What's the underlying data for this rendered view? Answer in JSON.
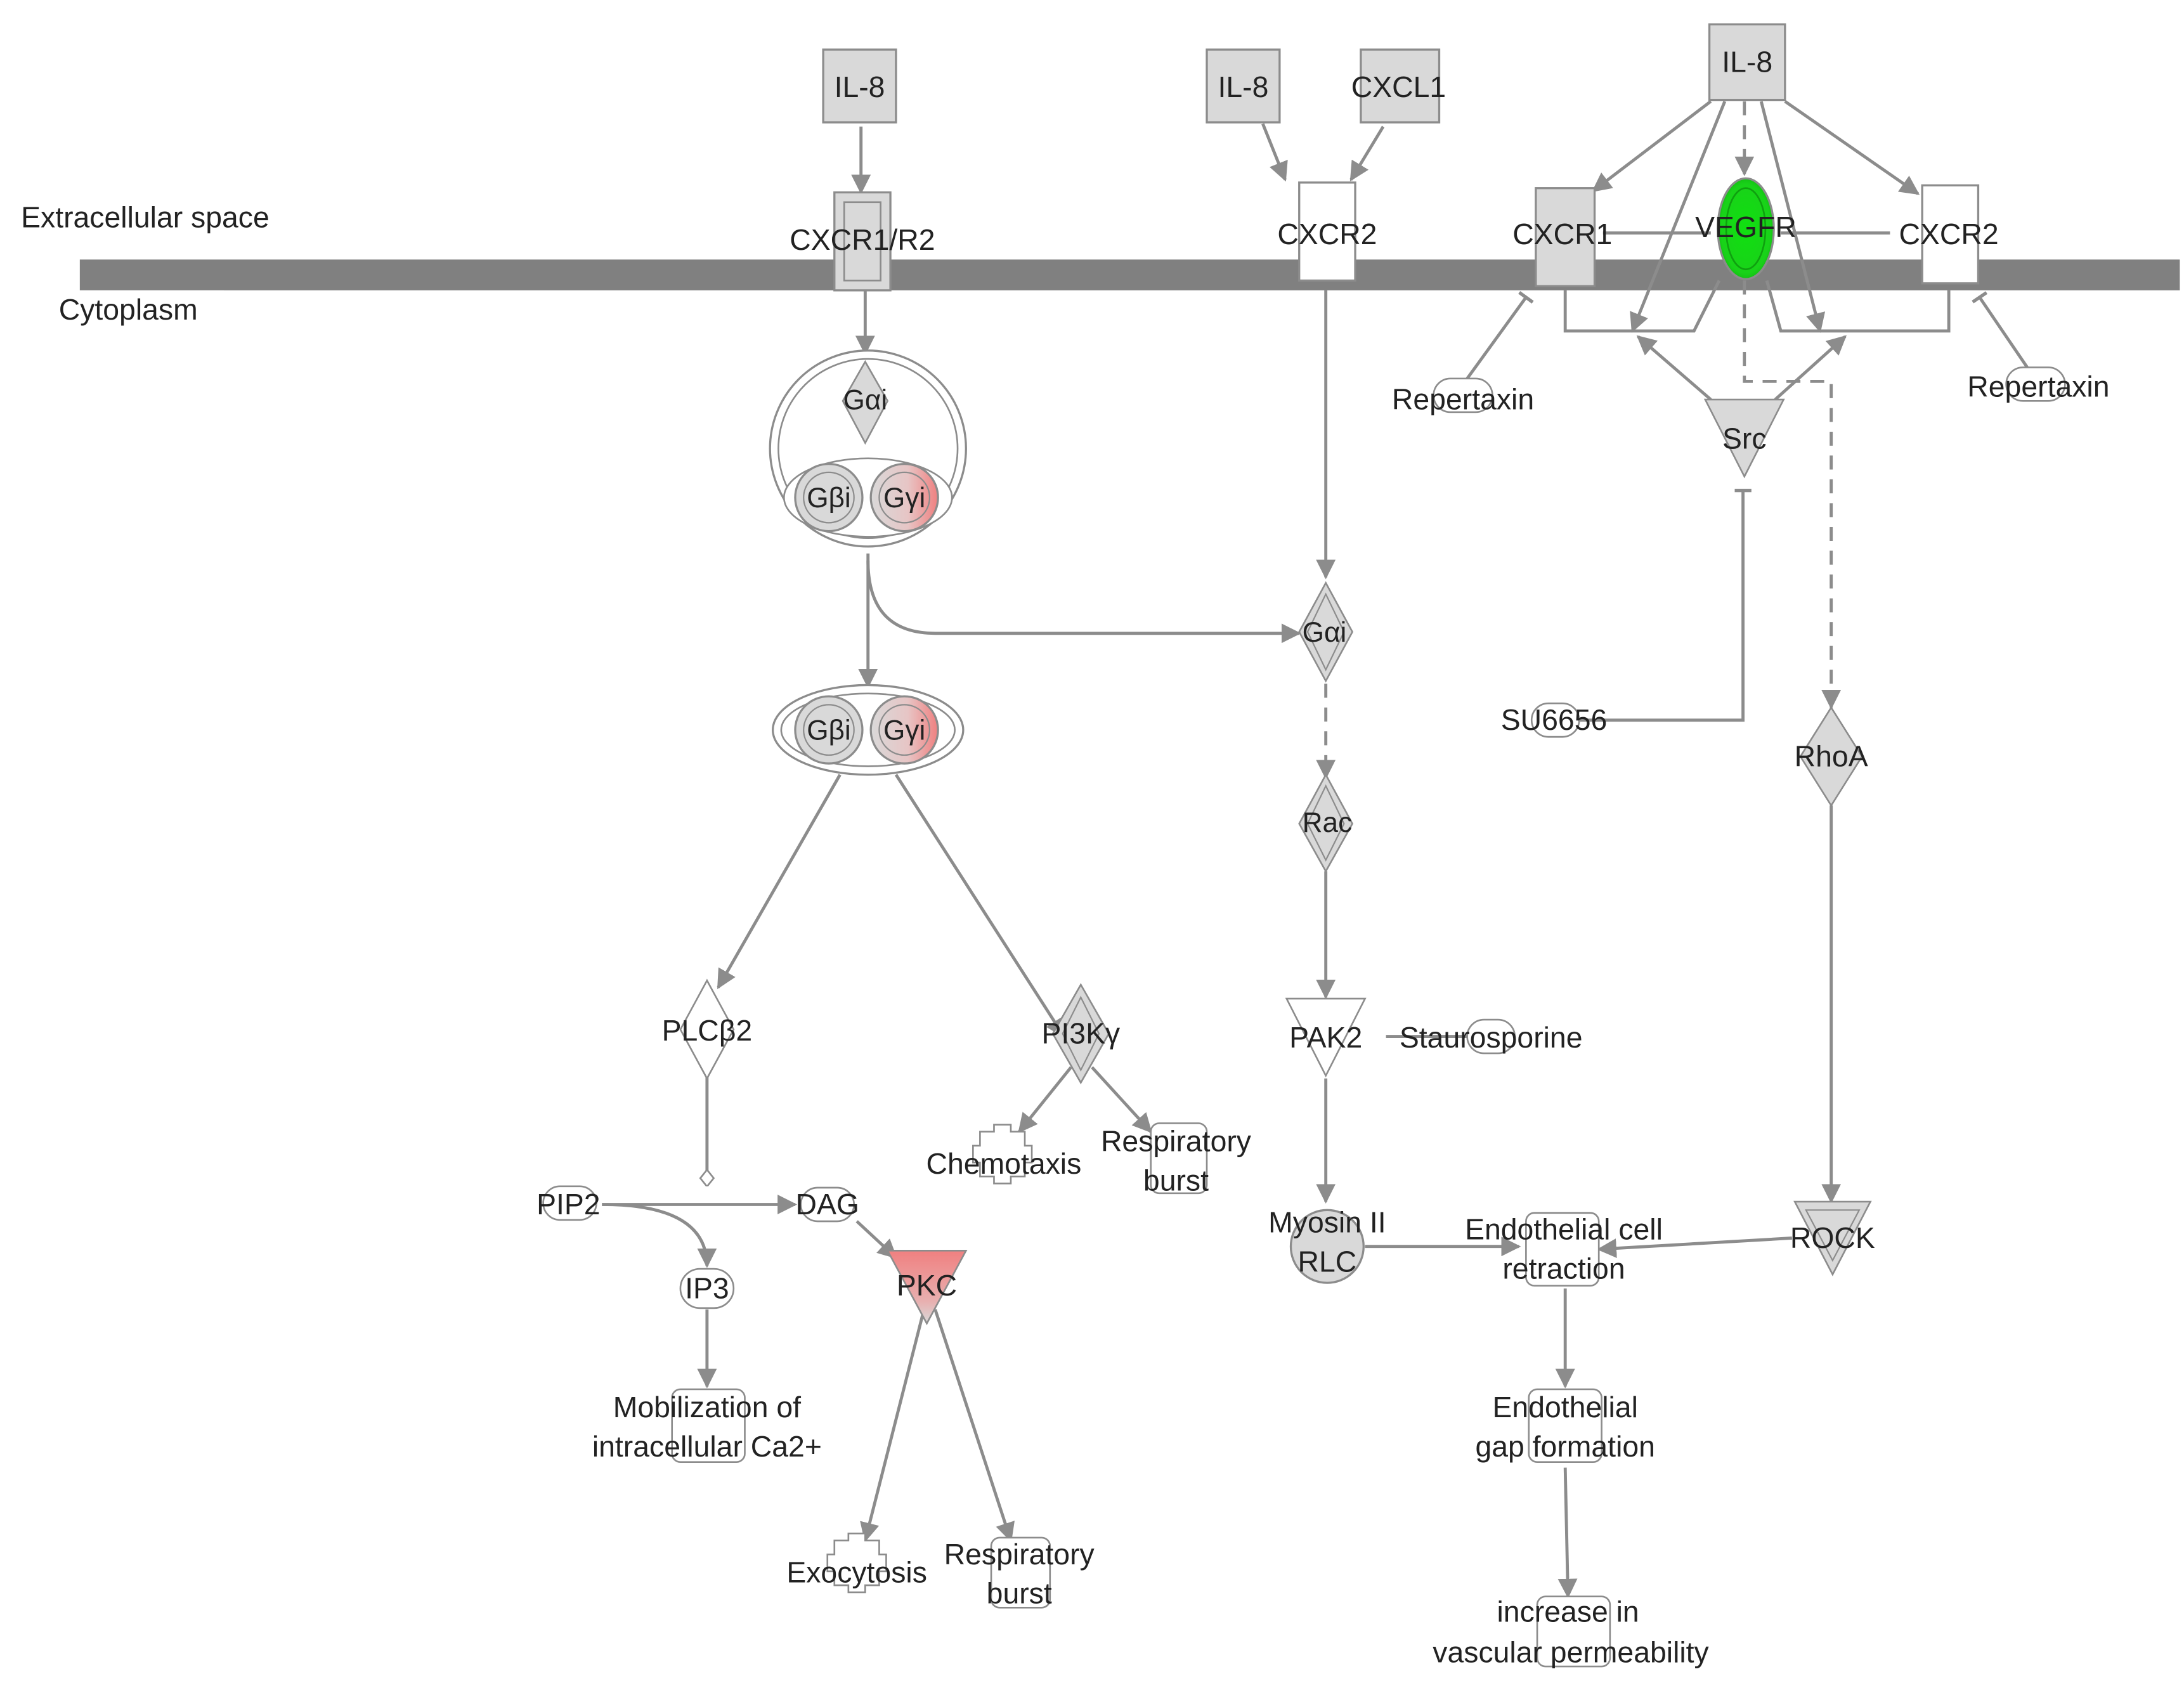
{
  "regions": {
    "extracellular": "Extracellular space",
    "cytoplasm": "Cytoplasm"
  },
  "nodes": {
    "il8_a": "IL-8",
    "il8_b": "IL-8",
    "cxcl1": "CXCL1",
    "il8_c": "IL-8",
    "cxcr1r2": "CXCR1/R2",
    "cxcr2_a": "CXCR2",
    "cxcr1": "CXCR1",
    "vegfr": "VEGFR",
    "cxcr2_b": "CXCR2",
    "repertaxin_a": "Repertaxin",
    "repertaxin_b": "Repertaxin",
    "src": "Src",
    "su6656": "SU6656",
    "gai_complex": "Gαi",
    "gbi_a": "Gβi",
    "ggi_a": "Gγi",
    "gbi_b": "Gβi",
    "ggi_b": "Gγi",
    "gai": "Gαi",
    "rac": "Rac",
    "rhoa": "RhoA",
    "plcb2": "PLCβ2",
    "pi3kg": "PI3Kγ",
    "pak2": "PAK2",
    "staurosporine": "Staurosporine",
    "chemotaxis": "Chemotaxis",
    "resp_burst_a_1": "Respiratory",
    "resp_burst_a_2": "burst",
    "pip2": "PIP2",
    "dag": "DAG",
    "ip3": "IP3",
    "pkc": "PKC",
    "myosin_1": "Myosin II",
    "myosin_2": "RLC",
    "endo_retr_1": "Endothelial cell",
    "endo_retr_2": "retraction",
    "rock": "ROCK",
    "mobil_1": "Mobilization of",
    "mobil_2": "intracellular Ca2+",
    "endo_gap_1": "Endothelial",
    "endo_gap_2": "gap formation",
    "exocytosis": "Exocytosis",
    "resp_burst_b_1": "Respiratory",
    "resp_burst_b_2": "burst",
    "vasc_1": "increase in",
    "vasc_2": "vascular permeability"
  },
  "colors": {
    "membrane": "#808080",
    "edge": "#8c8c8c",
    "node_fill": "#d9d9d9",
    "node_stroke": "#8c8c8c",
    "upregulated": "#f08080",
    "downregulated": "#19d219"
  }
}
